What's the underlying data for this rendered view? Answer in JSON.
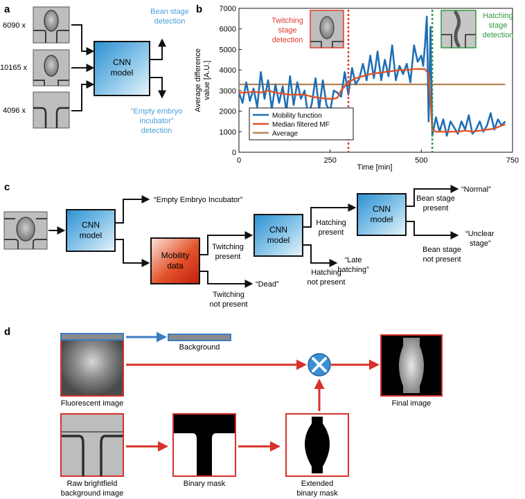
{
  "panels": {
    "a": {
      "letter": "a",
      "counts": [
        "6090 x",
        "10165 x",
        "4096 x"
      ],
      "cnn_label_1": "CNN",
      "cnn_label_2": "model",
      "out_bean_1": "Bean stage",
      "out_bean_2": "detection",
      "out_empty_1": "“Empty embryo",
      "out_empty_2": "incubator”",
      "out_empty_3": "detection",
      "colors": {
        "blue_text": "#4a9fd6",
        "cnn_fill": "#6fb8e2"
      }
    },
    "b": {
      "letter": "b",
      "twitch_1": "Twitching",
      "twitch_2": "stage",
      "twitch_3": "detection",
      "hatch_1": "Hatching",
      "hatch_2": "stage",
      "hatch_3": "detection",
      "ylabel_1": "Average difference",
      "ylabel_2": "value [A.U.]",
      "colors": {
        "red": "#e03a2a",
        "green": "#2e9a3e"
      }
    },
    "c": {
      "letter": "c",
      "cnn1_1": "CNN",
      "cnn1_2": "model",
      "mob_1": "Mobility",
      "mob_2": "data",
      "cnn2_1": "CNN",
      "cnn2_2": "model",
      "cnn3_1": "CNN",
      "cnn3_2": "model",
      "empty": "“Empty Embryo Incubator”",
      "twitch_present_1": "Twitching",
      "twitch_present_2": "present",
      "twitch_not_1": "Twitching",
      "twitch_not_2": "not present",
      "dead": "“Dead”",
      "hatch_present_1": "Hatching",
      "hatch_present_2": "present",
      "hatch_not_1": "Hatching",
      "hatch_not_2": "not present",
      "late_1": "“Late",
      "late_2": "hatching”",
      "bean_present_1": "Bean stage",
      "bean_present_2": "present",
      "bean_not_1": "Bean stage",
      "bean_not_2": "not present",
      "normal": "“Normal”",
      "unclear_1": "“Unclear",
      "unclear_2": "stage”"
    },
    "d": {
      "letter": "d",
      "background": "Background",
      "fluorescent": "Fluorescent image",
      "final": "Final image",
      "raw_1": "Raw brightfield",
      "raw_2": "background image",
      "binary": "Binary mask",
      "ext_1": "Extended",
      "ext_2": "binary mask",
      "colors": {
        "red": "#d8302a",
        "blue": "#3a7cc4"
      }
    }
  },
  "chart_data": {
    "type": "line",
    "title": "",
    "xlabel": "Time [min]",
    "ylabel": "Average difference value [A.U.]",
    "xlim": [
      0,
      750
    ],
    "ylim": [
      0,
      7000
    ],
    "xticks": [
      0,
      250,
      500,
      750
    ],
    "yticks": [
      0,
      1000,
      2000,
      3000,
      4000,
      5000,
      6000,
      7000
    ],
    "legend_position": "bottom-left",
    "series": [
      {
        "name": "Mobility function",
        "color": "#1f6fb4",
        "x": [
          0,
          10,
          20,
          30,
          40,
          50,
          60,
          70,
          80,
          90,
          100,
          110,
          120,
          130,
          140,
          150,
          160,
          170,
          180,
          190,
          200,
          210,
          220,
          230,
          240,
          250,
          260,
          270,
          280,
          290,
          300,
          310,
          320,
          330,
          340,
          350,
          360,
          370,
          380,
          390,
          400,
          410,
          420,
          430,
          440,
          450,
          460,
          470,
          480,
          490,
          500,
          505,
          510,
          515,
          520,
          525,
          530,
          540,
          550,
          560,
          570,
          580,
          590,
          600,
          610,
          620,
          630,
          640,
          650,
          660,
          670,
          680,
          690,
          700,
          710,
          720,
          730
        ],
        "values": [
          2900,
          2400,
          3400,
          2500,
          3100,
          2200,
          3900,
          2600,
          3500,
          2100,
          3300,
          2400,
          3200,
          2000,
          3700,
          2300,
          3400,
          2600,
          3000,
          1700,
          2400,
          3600,
          2100,
          3500,
          2300,
          2000,
          3000,
          2900,
          2700,
          3900,
          2800,
          4100,
          3300,
          3600,
          4300,
          3500,
          4700,
          3600,
          4900,
          3500,
          4500,
          3700,
          5200,
          3500,
          4200,
          3800,
          4300,
          3400,
          5200,
          4400,
          4700,
          4200,
          5200,
          6600,
          1500,
          6100,
          800,
          1700,
          1000,
          1600,
          800,
          1500,
          1200,
          900,
          1500,
          1100,
          1800,
          900,
          1100,
          1500,
          1000,
          1300,
          1900,
          1100,
          1600,
          1300,
          1500
        ]
      },
      {
        "name": "Median filtered MF",
        "color": "#e2532a",
        "x": [
          0,
          20,
          40,
          60,
          80,
          100,
          120,
          140,
          160,
          180,
          200,
          220,
          240,
          260,
          270,
          280,
          300,
          320,
          340,
          360,
          380,
          400,
          420,
          440,
          460,
          480,
          500,
          510,
          520,
          525,
          530,
          540,
          560,
          580,
          600,
          620,
          640,
          660,
          680,
          700,
          720,
          730
        ],
        "values": [
          2900,
          2900,
          2950,
          2900,
          3000,
          2900,
          2850,
          2800,
          2800,
          2800,
          2700,
          2650,
          2600,
          2600,
          2650,
          3000,
          3400,
          3600,
          3700,
          3800,
          3850,
          3900,
          3950,
          4000,
          4000,
          4050,
          4050,
          4050,
          3800,
          2500,
          1100,
          1000,
          1000,
          1000,
          1000,
          1050,
          1000,
          1050,
          1100,
          1150,
          1300,
          1350
        ]
      },
      {
        "name": "Average",
        "color": "#b7865a",
        "x": [
          0,
          730
        ],
        "values": [
          3300,
          3300
        ]
      }
    ],
    "annotations": {
      "twitching_x": 300,
      "hatching_x": 530
    }
  }
}
